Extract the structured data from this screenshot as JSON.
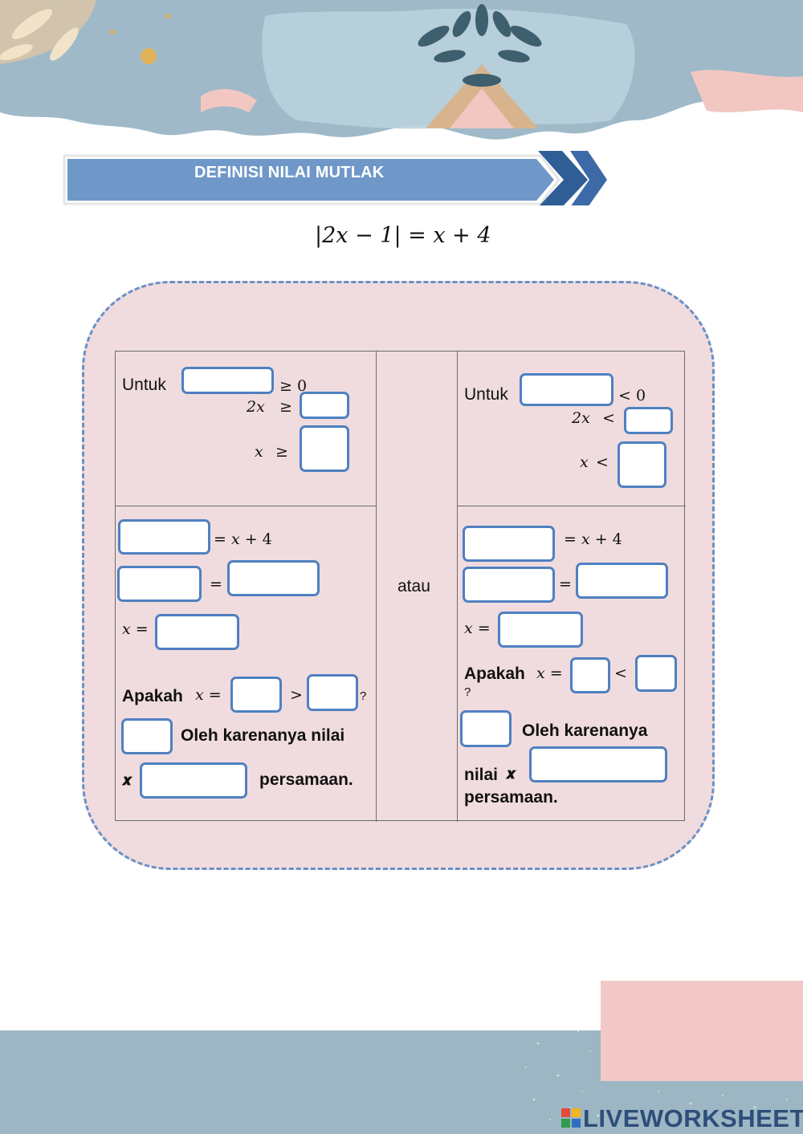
{
  "banner": {
    "title": "DEFINISI NILAI MUTLAK"
  },
  "equation": "|2𝑥 − 1| = 𝑥 + 4",
  "left_top": {
    "untuk": "Untuk",
    "ge_zero": "≥ 0",
    "row2_lhs": "2𝑥",
    "row2_op": "≥",
    "row3_lhs": "𝑥",
    "row3_op": "≥"
  },
  "right_top": {
    "untuk": "Untuk",
    "lt_zero": "< 0",
    "row2_lhs": "2𝑥",
    "row2_op": "<",
    "row3_lhs": "𝑥",
    "row3_op": "<"
  },
  "middle": {
    "atau": "atau"
  },
  "left_bottom": {
    "eq1_rhs": "= 𝑥 + 4",
    "eq2_sign": "=",
    "x_eq": "𝑥 =",
    "apakah": "Apakah",
    "apakah_x": "𝑥 =",
    "gt": ">",
    "q": "?",
    "oleh": "Oleh karenanya nilai",
    "x_var": "𝒙",
    "persamaan": "persamaan."
  },
  "right_bottom": {
    "eq1_rhs": "= 𝑥 + 4",
    "eq2_sign": "=",
    "x_eq": "𝑥 =",
    "apakah": "Apakah",
    "apakah_x": "𝑥 =",
    "lt": "<",
    "q": "?",
    "oleh": "Oleh karenanya",
    "nilai": "nilai",
    "x_var": "𝒙",
    "persamaan": "persamaan."
  },
  "footer": {
    "brand": "LIVEWORKSHEETS"
  },
  "colors": {
    "banner": "#6f98c9",
    "panel": "#f0dcde",
    "panel_border": "#6a90c8",
    "box_border": "#4f80c1",
    "footer": "#9cb6c4"
  }
}
